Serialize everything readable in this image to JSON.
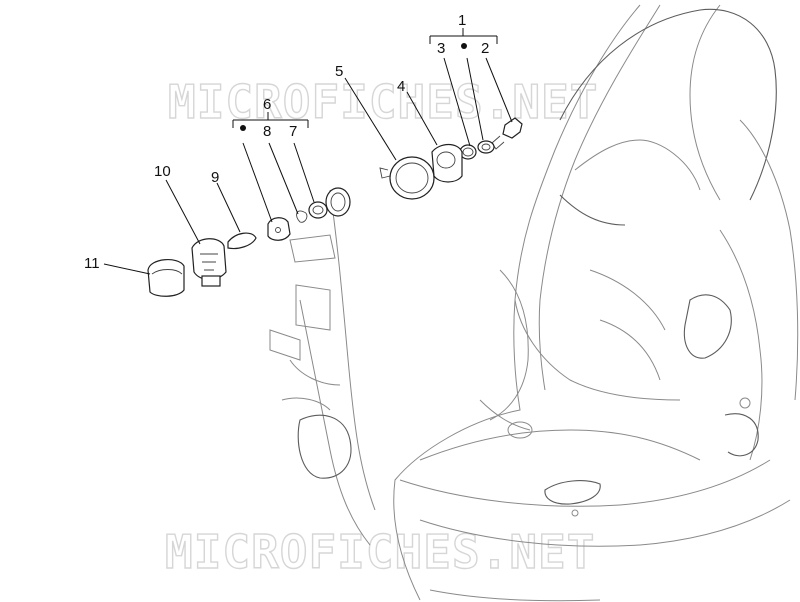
{
  "watermark": {
    "text": "MICROFICHES.NET"
  },
  "callouts": [
    {
      "id": "1",
      "label": "1"
    },
    {
      "id": "2",
      "label": "2"
    },
    {
      "id": "3",
      "label": "3"
    },
    {
      "id": "4",
      "label": "4"
    },
    {
      "id": "5",
      "label": "5"
    },
    {
      "id": "6",
      "label": "6"
    },
    {
      "id": "7",
      "label": "7"
    },
    {
      "id": "8",
      "label": "8"
    },
    {
      "id": "9",
      "label": "9"
    },
    {
      "id": "10",
      "label": "10"
    },
    {
      "id": "11",
      "label": "11"
    }
  ],
  "colors": {
    "ink": "#111111",
    "frame": "#8a8a8a",
    "watermark": "#d6d6d6"
  }
}
